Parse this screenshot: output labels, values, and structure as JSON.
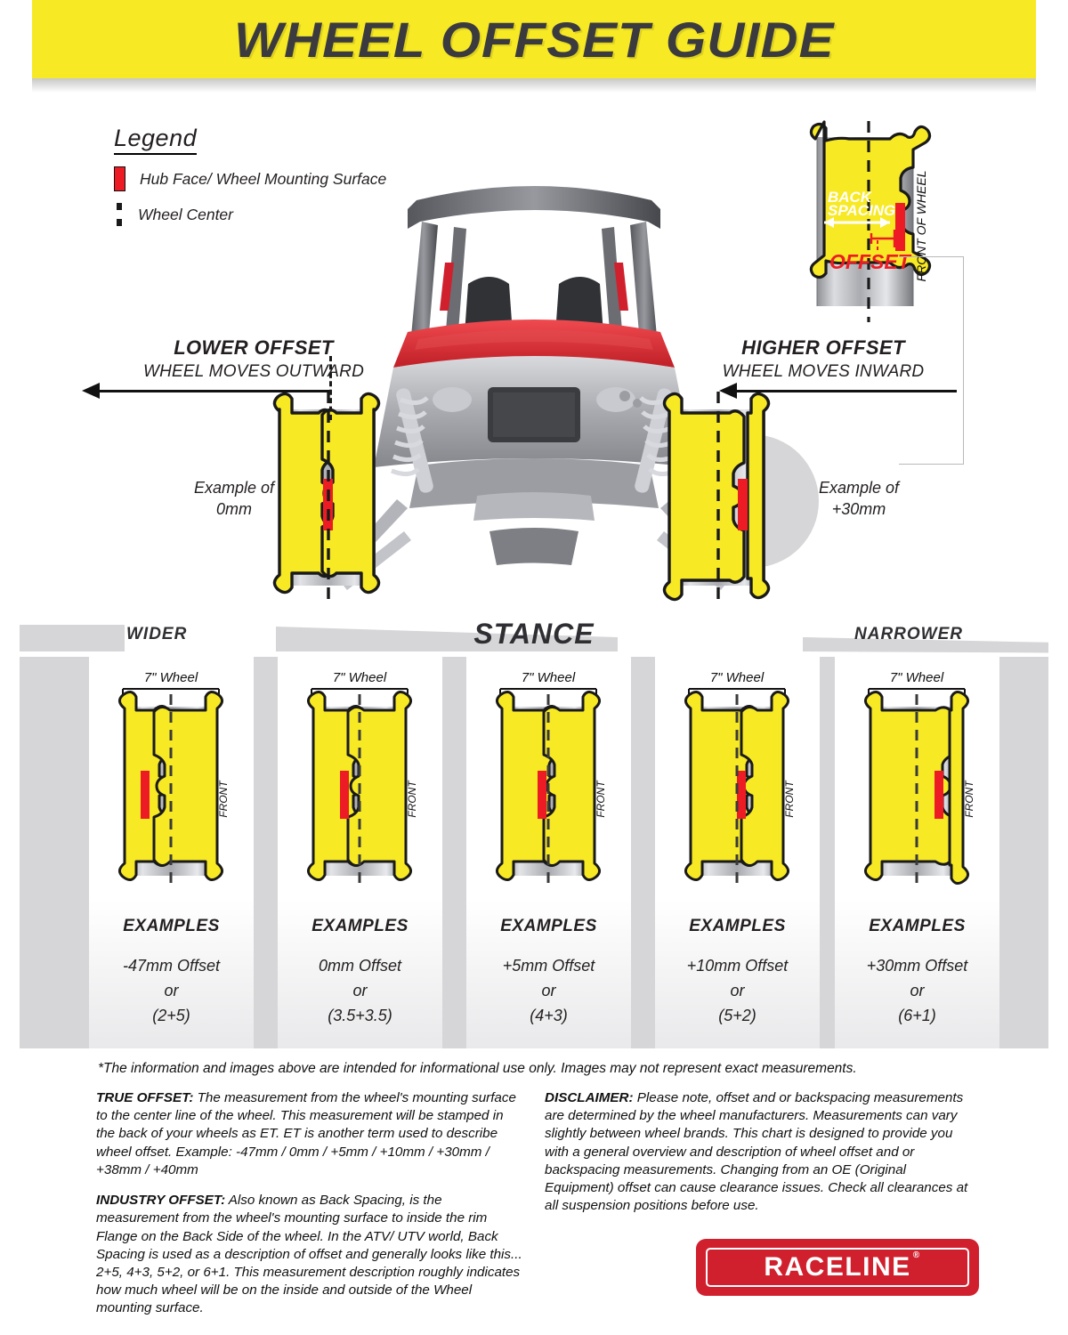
{
  "header": {
    "title": "WHEEL OFFSET GUIDE",
    "band_color": "#f7e924",
    "title_color": "#3b3b3f"
  },
  "legend": {
    "title": "Legend",
    "items": [
      {
        "icon": "red-bar",
        "label": "Hub Face/ Wheel Mounting Surface",
        "color": "#ed1c24"
      },
      {
        "icon": "dashed-line",
        "label": "Wheel Center",
        "color": "#1a1a1a"
      }
    ]
  },
  "top_wheel_diagram": {
    "back_spacing_label": "BACK SPACING",
    "offset_label": "OFFSET",
    "front_of_wheel_label": "FRONT OF WHEEL",
    "rim_color": "#f7e924",
    "hub_face_color": "#ed1c24"
  },
  "directions": {
    "left": {
      "title": "LOWER OFFSET",
      "subtitle": "WHEEL MOVES OUTWARD",
      "example": "Example of\n0mm"
    },
    "right": {
      "title": "HIGHER OFFSET",
      "subtitle": "WHEEL MOVES INWARD",
      "example": "Example of\n+30mm"
    },
    "left_example_line1": "Example of",
    "left_example_line2": "0mm",
    "right_example_line1": "Example of",
    "right_example_line2": "+30mm"
  },
  "stance": {
    "center_label": "STANCE",
    "wider_label": "WIDER",
    "narrower_label": "NARROWER",
    "wheel_size_label": "7\" Wheel",
    "front_label": "FRONT",
    "examples_heading": "EXAMPLES",
    "columns": [
      {
        "wheel_size": "7\" Wheel",
        "heading": "EXAMPLES",
        "offset": "-47mm Offset",
        "or": "or",
        "backspacing": "(2+5)",
        "hub_position": 0.28
      },
      {
        "wheel_size": "7\" Wheel",
        "heading": "EXAMPLES",
        "offset": "0mm Offset",
        "or": "or",
        "backspacing": "(3.5+3.5)",
        "hub_position": 0.5
      },
      {
        "wheel_size": "7\" Wheel",
        "heading": "EXAMPLES",
        "offset": "+5mm Offset",
        "or": "or",
        "backspacing": "(4+3)",
        "hub_position": 0.58
      },
      {
        "wheel_size": "7\" Wheel",
        "heading": "EXAMPLES",
        "offset": "+10mm Offset",
        "or": "or",
        "backspacing": "(5+2)",
        "hub_position": 0.68
      },
      {
        "wheel_size": "7\" Wheel",
        "heading": "EXAMPLES",
        "offset": "+30mm Offset",
        "or": "or",
        "backspacing": "(6+1)",
        "hub_position": 0.84
      }
    ]
  },
  "footnote": "*The information and images above are intended for informational use only. Images may not represent exact measurements.",
  "definitions": {
    "true_offset_term": "TRUE OFFSET:",
    "true_offset_text": " The measurement from the wheel's mounting surface to the center line of the wheel. This measurement will be stamped in the back of your wheels as ET. ET is another term used to describe wheel offset. Example: -47mm / 0mm / +5mm / +10mm / +30mm / +38mm / +40mm",
    "industry_offset_term": "INDUSTRY OFFSET:",
    "industry_offset_text": " Also known as Back Spacing, is the measurement from the wheel's mounting surface to inside the rim Flange on the Back Side of the wheel. In the ATV/ UTV world, Back Spacing is used as a description of offset and generally looks like this... 2+5, 4+3, 5+2, or 6+1. This measurement description roughly indicates how much wheel will be on the inside and outside of the Wheel mounting surface.",
    "disclaimer_term": "DISCLAIMER:",
    "disclaimer_text": " Please note, offset and or backspacing measurements are determined by the wheel manufacturers. Measurements can vary slightly between wheel brands. This chart is designed to provide you with a general overview and description of wheel offset and or backspacing measurements. Changing from an OE (Original Equipment) offset can cause clearance issues. Check all clearances at all suspension positions before use."
  },
  "logo": {
    "text": "RACELINE",
    "registered": "®",
    "color": "#d0202e"
  }
}
